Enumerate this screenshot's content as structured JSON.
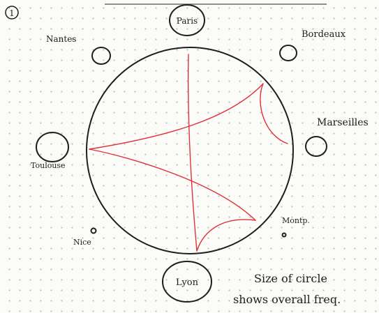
{
  "page": {
    "number": "1",
    "caption_line1": "Size of circle",
    "caption_line2": "shows overall freq."
  },
  "cities": [
    {
      "id": "paris",
      "label": "Paris"
    },
    {
      "id": "bordeaux",
      "label": "Bordeaux"
    },
    {
      "id": "nantes",
      "label": "Nantes"
    },
    {
      "id": "marseilles",
      "label": "Marseilles"
    },
    {
      "id": "toulouse",
      "label": "Toulouse"
    },
    {
      "id": "montpellier",
      "label": "Montp."
    },
    {
      "id": "nice",
      "label": "Nice"
    },
    {
      "id": "lyon",
      "label": "Lyon"
    }
  ],
  "colors": {
    "ink": "#1d1d22",
    "link": "#e0313a",
    "paper": "#fbfbf8",
    "dots": "#b9bcc4"
  }
}
